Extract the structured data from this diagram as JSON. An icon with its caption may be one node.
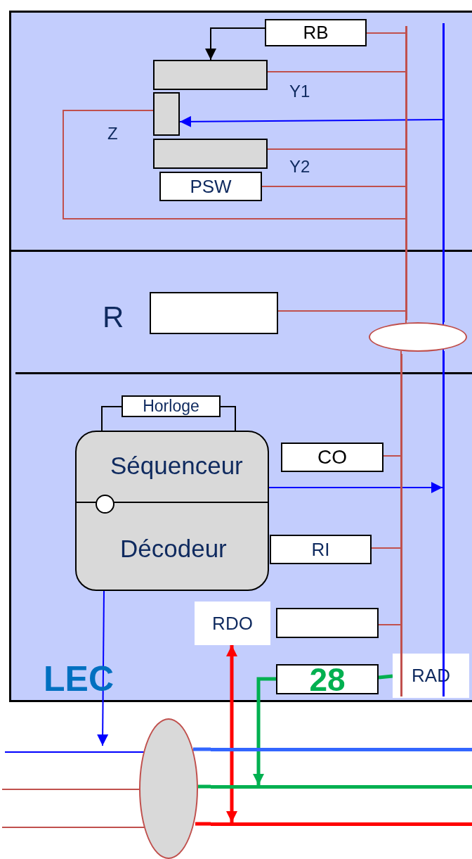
{
  "diagram": {
    "nodes": [
      {
        "text": [],
        "shape": "box"
      },
      {
        "text": [
          "RB"
        ],
        "in": 0
      },
      {
        "text": [],
        "shape": "bar",
        "beside": [
          "Y1"
        ],
        "in": 0
      },
      {
        "text": [],
        "shape": "box",
        "beside": [
          "Z"
        ],
        "in": 0
      },
      {
        "text": [],
        "shape": "bar",
        "beside": [
          "Y2"
        ],
        "in": 0
      },
      {
        "text": [
          "PSW"
        ],
        "in": 0
      },
      {
        "text": [],
        "shape": "box",
        "beside": [
          "R"
        ],
        "in": 0
      },
      {
        "text": [],
        "shape": "line",
        "in": 0
      },
      {
        "text": [],
        "shape": "line",
        "in": 0
      },
      {
        "text": [],
        "shape": "ellipse",
        "in": 0
      },
      {
        "text": [],
        "shape": "line",
        "in": 0
      },
      {
        "text": [
          "Horloge"
        ],
        "in": 0
      },
      {
        "text": [
          "Séquenceur",
          "Décodeur"
        ],
        "in": 0
      },
      {
        "text": [],
        "shape": "circle",
        "in": 12
      },
      {
        "text": [
          "CO"
        ],
        "in": 0
      },
      {
        "text": [
          "RI"
        ],
        "in": 0
      },
      {
        "text": [
          "RDO"
        ],
        "in": 0
      },
      {
        "text": [],
        "shape": "box",
        "in": 0
      },
      {
        "text": [
          "28"
        ],
        "in": 0
      },
      {
        "text": [
          "RAD"
        ],
        "in": 0
      },
      {
        "text": [],
        "shape": "ellipse"
      },
      {
        "text": [],
        "shape": "line"
      },
      {
        "text": [],
        "shape": "line"
      },
      {
        "text": [],
        "shape": "line"
      },
      {
        "text": [],
        "shape": "line",
        "in": 0
      }
    ],
    "edges": [
      {
        "from": 1,
        "to": 7,
        "arrow": "none"
      },
      {
        "from": 1,
        "to": 2,
        "arrow": "to",
        "color": "#000000"
      },
      {
        "from": 2,
        "to": 7,
        "arrow": "none"
      },
      {
        "from": 8,
        "to": 3,
        "arrow": "to",
        "color": "#0000ff"
      },
      {
        "from": 4,
        "to": 7,
        "arrow": "none"
      },
      {
        "from": 5,
        "to": 7,
        "arrow": "none"
      },
      {
        "from": 3,
        "to": 7,
        "arrow": "none"
      },
      {
        "from": 6,
        "to": 7,
        "arrow": "none"
      },
      {
        "from": 7,
        "to": 9,
        "arrow": "none"
      },
      {
        "from": 9,
        "to": 10,
        "arrow": "none"
      },
      {
        "from": 11,
        "to": 12,
        "arrow": "none",
        "color": "#000000"
      },
      {
        "from": 11,
        "to": 12,
        "arrow": "none",
        "color": "#000000"
      },
      {
        "from": 12,
        "to": 24,
        "arrow": "to",
        "color": "#0000ff"
      },
      {
        "from": 14,
        "to": 10,
        "arrow": "none"
      },
      {
        "from": 15,
        "to": 10,
        "arrow": "none"
      },
      {
        "from": 17,
        "to": 10,
        "arrow": "none"
      },
      {
        "from": 18,
        "to": 19,
        "arrow": "none",
        "style": "thick",
        "color": "#00b050"
      },
      {
        "from": 13,
        "to": null,
        "arrow": "to",
        "color": "#0000ff"
      },
      {
        "from": 16,
        "to": 23,
        "arrow": "both",
        "style": "thick",
        "color": "#ff0000"
      },
      {
        "from": 18,
        "to": 22,
        "arrow": "to",
        "style": "thick",
        "color": "#00b050"
      },
      {
        "from": null,
        "to": 20,
        "arrow": "none",
        "color": "#0000ff"
      },
      {
        "from": null,
        "to": 20,
        "arrow": "none",
        "color": "#c0504d"
      },
      {
        "from": null,
        "to": 20,
        "arrow": "none",
        "color": "#c0504d"
      },
      {
        "from": 20,
        "to": 21,
        "arrow": "none",
        "style": "thick",
        "color": "#3366ff"
      },
      {
        "from": 20,
        "to": 22,
        "arrow": "none",
        "style": "thick",
        "color": "#00b050"
      },
      {
        "from": 20,
        "to": 23,
        "arrow": "none",
        "style": "thick",
        "color": "#ff0000"
      },
      {
        "from": 8,
        "to": 9,
        "arrow": "none",
        "color": "#0000ff"
      },
      {
        "from": 9,
        "to": 24,
        "arrow": "none",
        "color": "#0000ff"
      }
    ],
    "labels": [
      "LEC"
    ]
  }
}
